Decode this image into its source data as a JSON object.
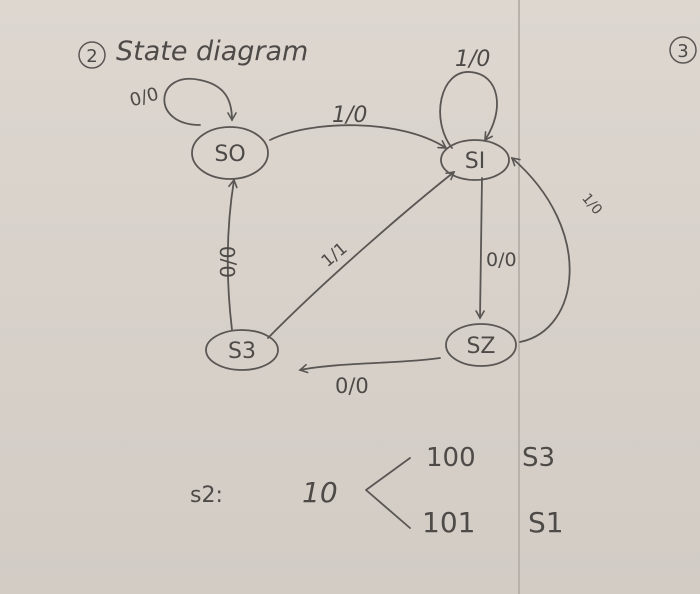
{
  "heading": {
    "number": "2",
    "title": "State diagram",
    "next_number": "3"
  },
  "states": [
    {
      "id": "s0",
      "label": "SO"
    },
    {
      "id": "s1",
      "label": "SI"
    },
    {
      "id": "s2",
      "label": "SZ"
    },
    {
      "id": "s3",
      "label": "S3"
    }
  ],
  "transitions": [
    {
      "from": "SO",
      "to": "SO",
      "label": "0/0"
    },
    {
      "from": "SO",
      "to": "SI",
      "label": "1/0"
    },
    {
      "from": "SI",
      "to": "SI",
      "label": "1/0"
    },
    {
      "from": "SI",
      "to": "SZ",
      "label": "0/0"
    },
    {
      "from": "SZ",
      "to": "SI",
      "label": "1/0"
    },
    {
      "from": "SZ",
      "to": "S3",
      "label": "0/0"
    },
    {
      "from": "S3",
      "to": "SO",
      "label": "0/0"
    },
    {
      "from": "S3",
      "to": "SI",
      "label": "1/1"
    }
  ],
  "note": {
    "state": "s2:",
    "bits": "10",
    "branches": [
      {
        "code": "100",
        "next": "S3"
      },
      {
        "code": "101",
        "next": "S1"
      }
    ]
  }
}
